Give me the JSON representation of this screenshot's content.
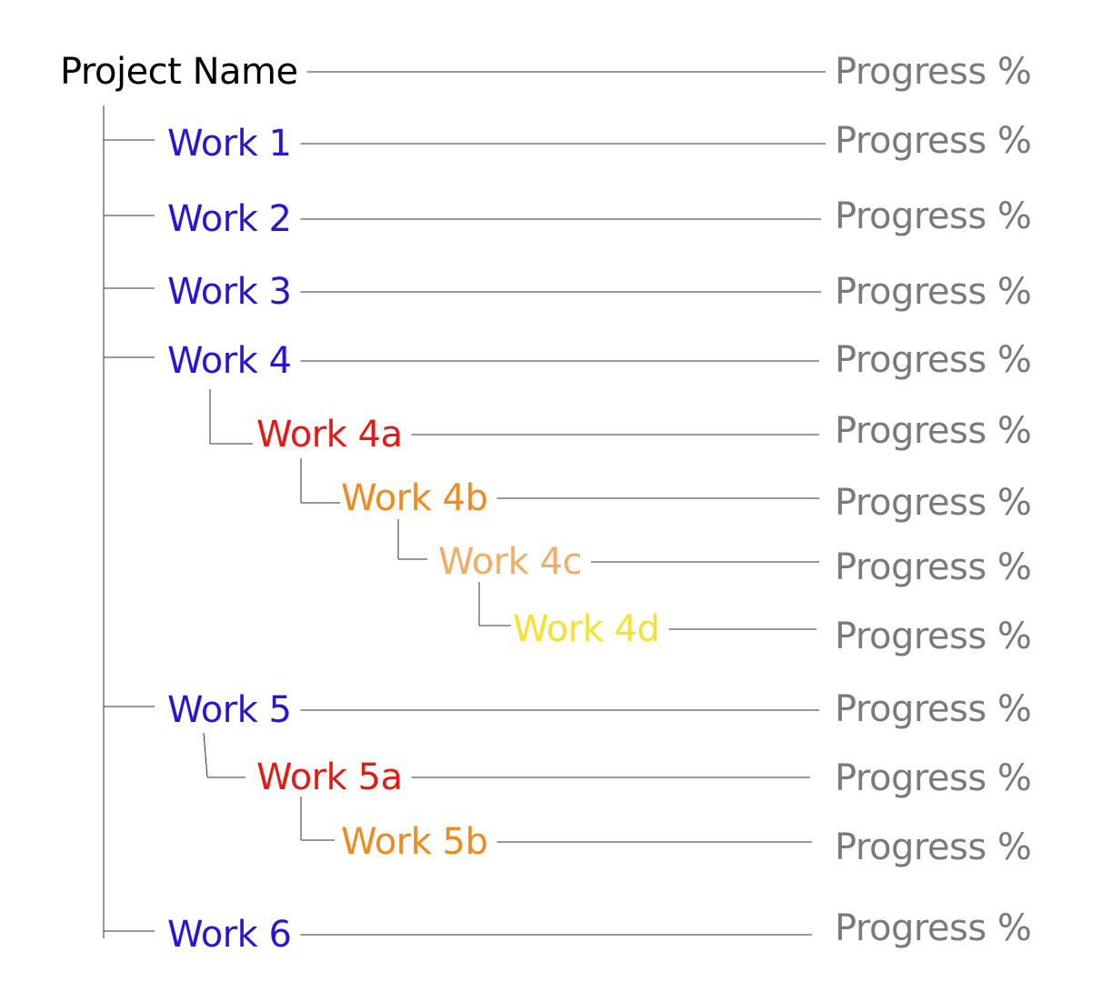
{
  "colors": {
    "root": "#000000",
    "level1": "#2a14d6",
    "level2": "#e31b14",
    "level3": "#f08a1e",
    "level4": "#f0ad66",
    "level5": "#f7e12c",
    "progress": "#7a7a7a"
  },
  "tree": {
    "root": {
      "label": "Project Name",
      "progress": "Progress %"
    },
    "nodes": [
      {
        "id": "work-1",
        "label": "Work 1",
        "level": 1,
        "progress": "Progress %"
      },
      {
        "id": "work-2",
        "label": "Work 2",
        "level": 1,
        "progress": "Progress %"
      },
      {
        "id": "work-3",
        "label": "Work 3",
        "level": 1,
        "progress": "Progress %"
      },
      {
        "id": "work-4",
        "label": "Work 4",
        "level": 1,
        "progress": "Progress %"
      },
      {
        "id": "work-4a",
        "label": "Work 4a",
        "level": 2,
        "progress": "Progress %"
      },
      {
        "id": "work-4b",
        "label": "Work 4b",
        "level": 3,
        "progress": "Progress %"
      },
      {
        "id": "work-4c",
        "label": "Work 4c",
        "level": 4,
        "progress": "Progress %"
      },
      {
        "id": "work-4d",
        "label": "Work 4d",
        "level": 5,
        "progress": "Progress %"
      },
      {
        "id": "work-5",
        "label": "Work 5",
        "level": 1,
        "progress": "Progress %"
      },
      {
        "id": "work-5a",
        "label": "Work 5a",
        "level": 2,
        "progress": "Progress %"
      },
      {
        "id": "work-5b",
        "label": "Work 5b",
        "level": 3,
        "progress": "Progress %"
      },
      {
        "id": "work-6",
        "label": "Work 6",
        "level": 1,
        "progress": "Progress %"
      }
    ]
  }
}
